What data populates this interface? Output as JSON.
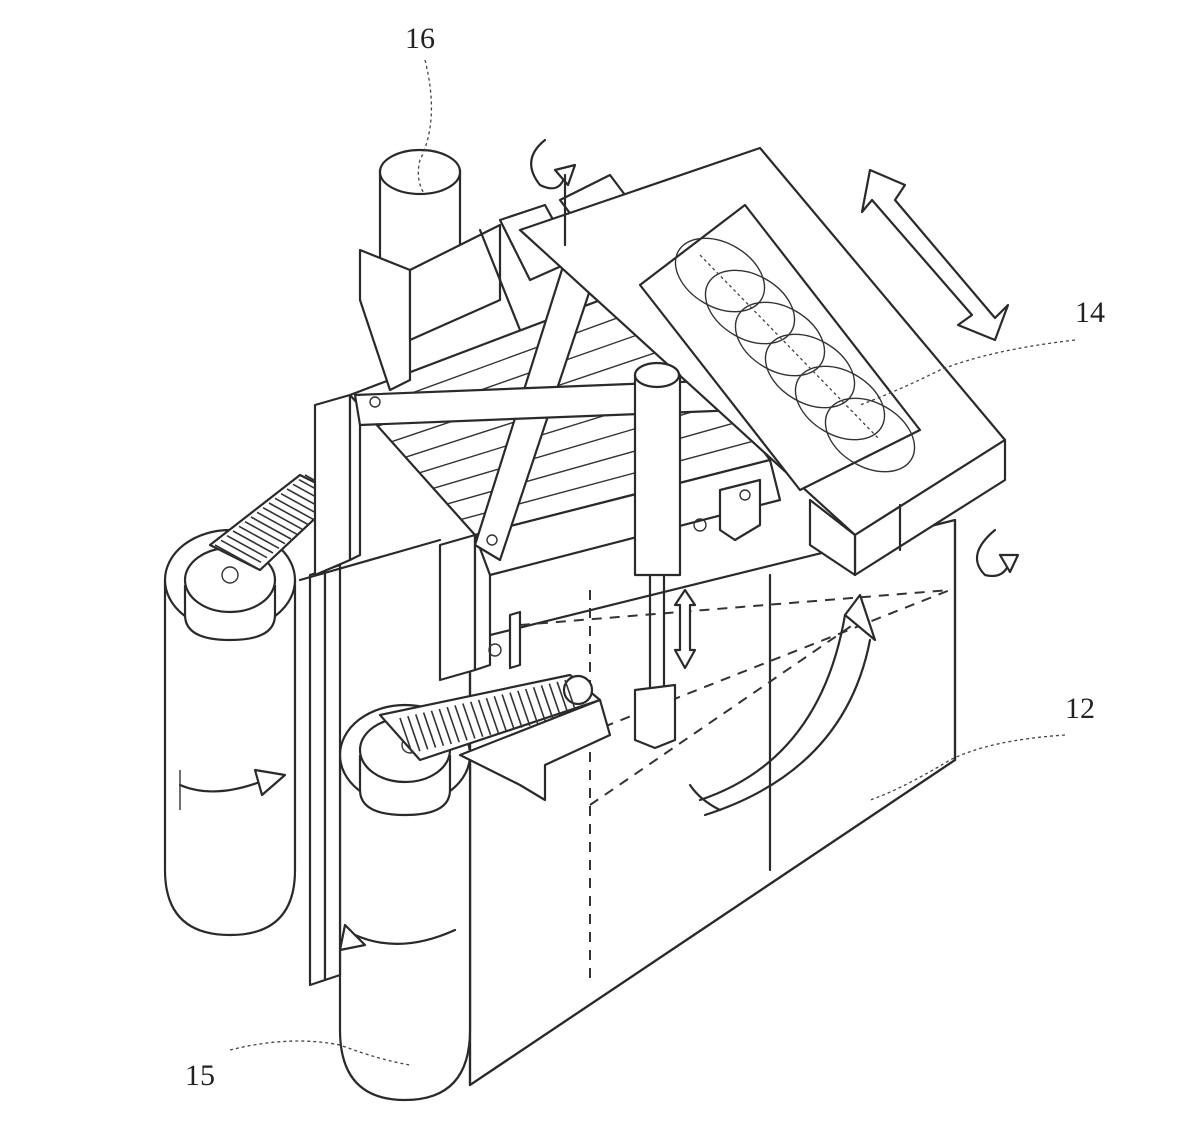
{
  "labels": {
    "ref_16": "16",
    "ref_14": "14",
    "ref_12": "12",
    "ref_15": "15"
  },
  "colors": {
    "line": "#2a2a2a",
    "background": "#ffffff"
  }
}
